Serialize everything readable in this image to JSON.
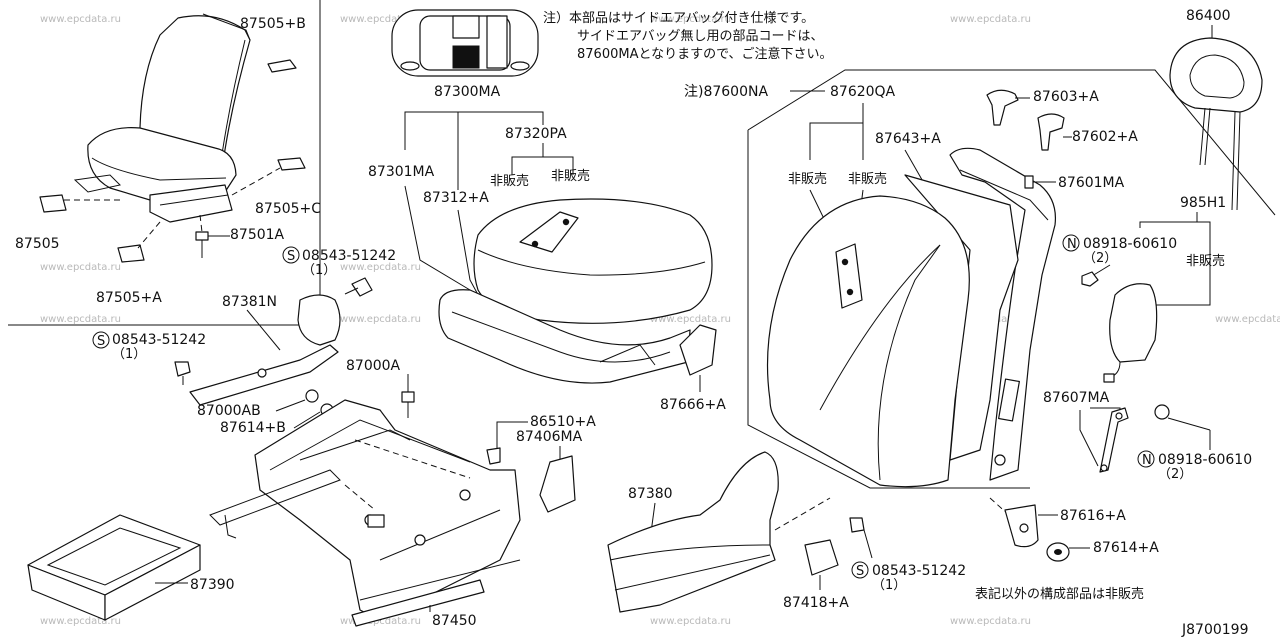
{
  "watermark": "www.epcdata.ru",
  "drawing_code": "J8700199",
  "notes": {
    "top_line1": "注）本部品はサイドエアバッグ付き仕様です。",
    "top_line2": "サイドエアバッグ無し用の部品コードは、",
    "top_line3": "87600MAとなりますので、ご注意下さい。",
    "bottom": "表記以外の構成部品は非販売",
    "not_for_sale": "非販売"
  },
  "labels": {
    "l87505B": "87505+B",
    "l87505C": "87505+C",
    "l87505": "87505",
    "l87501A": "87501A",
    "l87505A": "87505+A",
    "l87300MA": "87300MA",
    "l87320PA": "87320PA",
    "l87301MA": "87301MA",
    "l87312A": "87312+A",
    "screw_a": "08543-51242",
    "qty_a": "（1）",
    "l87381N": "87381N",
    "screw_b": "08543-51242",
    "qty_b": "（1）",
    "l87000A": "87000A",
    "l87000AB": "87000AB",
    "l87614B": "87614+B",
    "l86510A": "86510+A",
    "l87406MA": "87406MA",
    "l87390": "87390",
    "l87450": "87450",
    "l87666A": "87666+A",
    "l87600NA": "注)87600NA",
    "l87620QA": "87620QA",
    "l87643A": "87643+A",
    "l87603A": "87603+A",
    "l87602A": "87602+A",
    "l87601MA": "87601MA",
    "l86400": "86400",
    "l985H1": "985H1",
    "nut_a": "08918-60610",
    "nut_qty_a": "（2）",
    "l87607MA": "87607MA",
    "nut_b": "08918-60610",
    "nut_qty_b": "（2）",
    "l87380": "87380",
    "l87616A": "87616+A",
    "l87614A": "87614+A",
    "screw_c": "08543-51242",
    "qty_c": "（1）",
    "l87418A": "87418+A",
    "prefix_s": "S",
    "prefix_n": "N"
  }
}
